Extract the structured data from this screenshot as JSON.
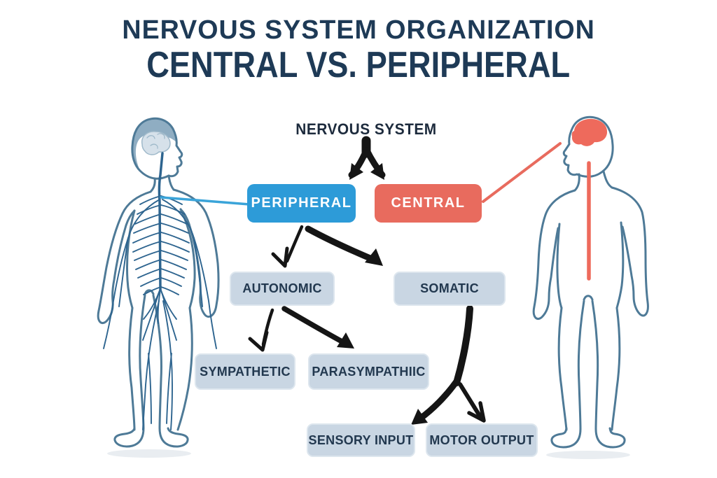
{
  "title": {
    "line1": "NERVOUS SYSTEM ORGANIZATION",
    "line2": "CENTRAL VS. PERIPHERAL"
  },
  "diagram": {
    "root_label": "NERVOUS SYSTEM",
    "nodes": {
      "peripheral": {
        "label": "PERIPHERAL"
      },
      "central": {
        "label": "CENTRAL"
      },
      "autonomic": {
        "label": "AUTONOMIC"
      },
      "somatic": {
        "label": "SOMATIC"
      },
      "sympathetic": {
        "label": "SYMPATHETIC"
      },
      "parasympathetic": {
        "label": "PARASYMPATHIIC"
      },
      "sensory_input": {
        "label": "SENSORY INPUT"
      },
      "motor_output": {
        "label": "MOTOR OUTPUT"
      }
    },
    "edges": [
      {
        "from": "NERVOUS SYSTEM",
        "to": "PERIPHERAL"
      },
      {
        "from": "NERVOUS SYSTEM",
        "to": "CENTRAL"
      },
      {
        "from": "PERIPHERAL",
        "to": "AUTONOMIC"
      },
      {
        "from": "PERIPHERAL",
        "to": "SOMATIC"
      },
      {
        "from": "AUTONOMIC",
        "to": "SYMPATHETIC"
      },
      {
        "from": "AUTONOMIC",
        "to": "PARASYMPATHIIC"
      },
      {
        "from": "SOMATIC",
        "to": "SENSORY INPUT"
      },
      {
        "from": "SOMATIC",
        "to": "MOTOR OUTPUT"
      }
    ],
    "figures": {
      "left": "human-body-with-peripheral-nerves",
      "right": "human-body-with-brain-and-spinal-cord"
    }
  },
  "colors": {
    "peripheral-blue": "#2d9bd8",
    "central-red": "#e86b5e",
    "sub-box-bg": "#c9d6e3",
    "sub-box-border": "#dde6ee",
    "title-navy": "#1e3a56",
    "box-text-navy": "#22384f",
    "arrow-black": "#151515",
    "figure-outline": "#4e7a97",
    "nerve-blue": "#2d648f",
    "head-fill": "#8fadc2",
    "brain-fill": "#d6e1ea",
    "brain-line": "#9fb9ca",
    "cns-red": "#ee6a5c",
    "connector-blue": "#3aa4d9"
  }
}
